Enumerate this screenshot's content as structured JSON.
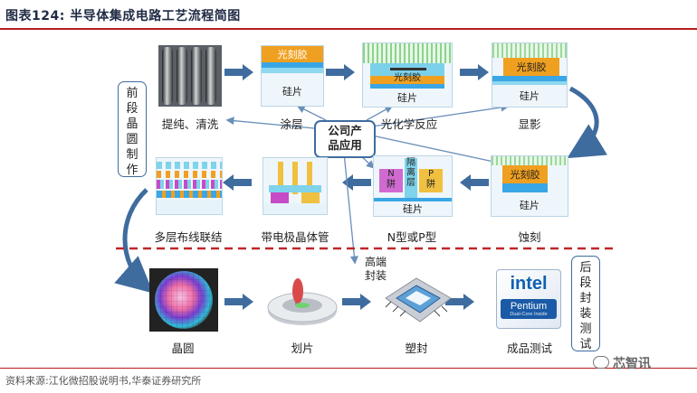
{
  "title": "图表124:  半导体集成电路工艺流程简图",
  "source": "资料来源:江化微招股说明书,华泰证券研究所",
  "watermark": "芯智讯",
  "front_stage": [
    "前",
    "段",
    "晶",
    "圆",
    "制",
    "作"
  ],
  "back_stage": [
    "后",
    "段",
    "封",
    "装",
    "测",
    "试"
  ],
  "center_box": [
    "公司产",
    "品应用"
  ],
  "high_end": [
    "高端",
    "封装"
  ],
  "steps": {
    "purify": "提纯、清洗",
    "coating": "涂层",
    "photo": "光化学反应",
    "develop": "显影",
    "etch": "蚀刻",
    "np_type": "N型或P型",
    "electrode": "带电极晶体管",
    "multilayer": "多层布线联结",
    "wafer": "晶圆",
    "dicing": "划片",
    "molding": "塑封",
    "testing": "成品测试"
  },
  "image_texts": {
    "photoresist": "光刻胶",
    "silicon": "硅片",
    "isolation": [
      "隔",
      "离",
      "层"
    ],
    "n_well": [
      "N",
      "阱"
    ],
    "p_well": [
      "P",
      "阱"
    ],
    "intel": "intel",
    "pentium": "Pentium",
    "dual_core": "Dual-Core Inside"
  },
  "colors": {
    "arrow": "#3f6c9e",
    "accent_red": "#b71c1c",
    "photoresist": "#f0a020",
    "silicon_top": "#7fd3ea",
    "silicon": "#eef6fb"
  }
}
